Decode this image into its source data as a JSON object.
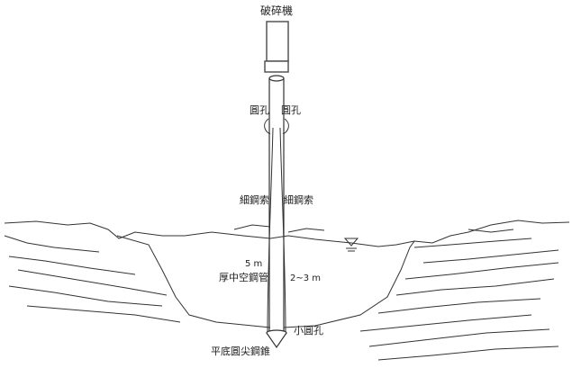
{
  "labels": {
    "crusher": "破碎機",
    "round_hole_left": "圓孔",
    "round_hole_right": "圓孔",
    "steel_rope_left": "細鋼索",
    "steel_rope_right": "細鋼索",
    "depth": "5 m",
    "pipe": "厚中空鋼管",
    "diameter": "2~3 m",
    "small_hole": "小圓孔",
    "tip": "平底圓尖鋼錐"
  },
  "colors": {
    "line": "#333333",
    "machine": "#555555",
    "water_mark": "#333333"
  },
  "icons": {
    "water_level": "water-level-triangle-icon"
  }
}
